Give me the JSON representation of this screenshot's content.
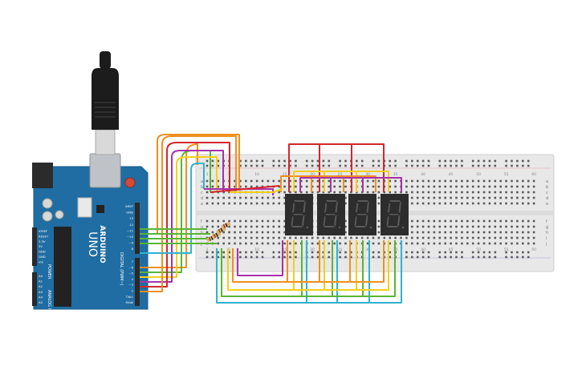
{
  "board": {
    "brand": "ARDUINO",
    "model": "UNO",
    "power_header_label": "POWER",
    "analog_header_label": "ANALOG IN",
    "digital_header_label": "DIGITAL (PWM~)",
    "power_pins": [
      "IOREF",
      "RESET",
      "3.3V",
      "5V",
      "GND",
      "GND",
      "Vin"
    ],
    "analog_pins": [
      "A0",
      "A1",
      "A2",
      "A3",
      "A4",
      "A5"
    ],
    "digital_pins_top": [
      "AREF",
      "GND",
      "13",
      "12",
      "~11",
      "~10",
      "~9",
      "8"
    ],
    "digital_pins_bottom": [
      "7",
      "~6",
      "~5",
      "4",
      "~3",
      "2",
      "TX▸1",
      "RX◂0"
    ]
  },
  "breadboard": {
    "row_letters_top": [
      "a",
      "b",
      "c",
      "d",
      "e"
    ],
    "row_letters_bottom": [
      "f",
      "g",
      "h",
      "i",
      "j"
    ],
    "column_numbers": [
      "1",
      "5",
      "10",
      "15",
      "20",
      "25",
      "30",
      "35",
      "40",
      "45",
      "50",
      "55",
      "60"
    ]
  },
  "displays": [
    {
      "id": "digit-1"
    },
    {
      "id": "digit-2"
    },
    {
      "id": "digit-3"
    },
    {
      "id": "digit-4"
    }
  ],
  "colors": {
    "board": "#1f6da3",
    "breadboard": "#e9e9e9",
    "display": "#2d2d2d",
    "wire_red": "#d3262b",
    "wire_orange": "#f0901d",
    "wire_yellow": "#f2d01b",
    "wire_green": "#58b535",
    "wire_cyan": "#2fb2cf",
    "wire_purple": "#a632a9"
  }
}
